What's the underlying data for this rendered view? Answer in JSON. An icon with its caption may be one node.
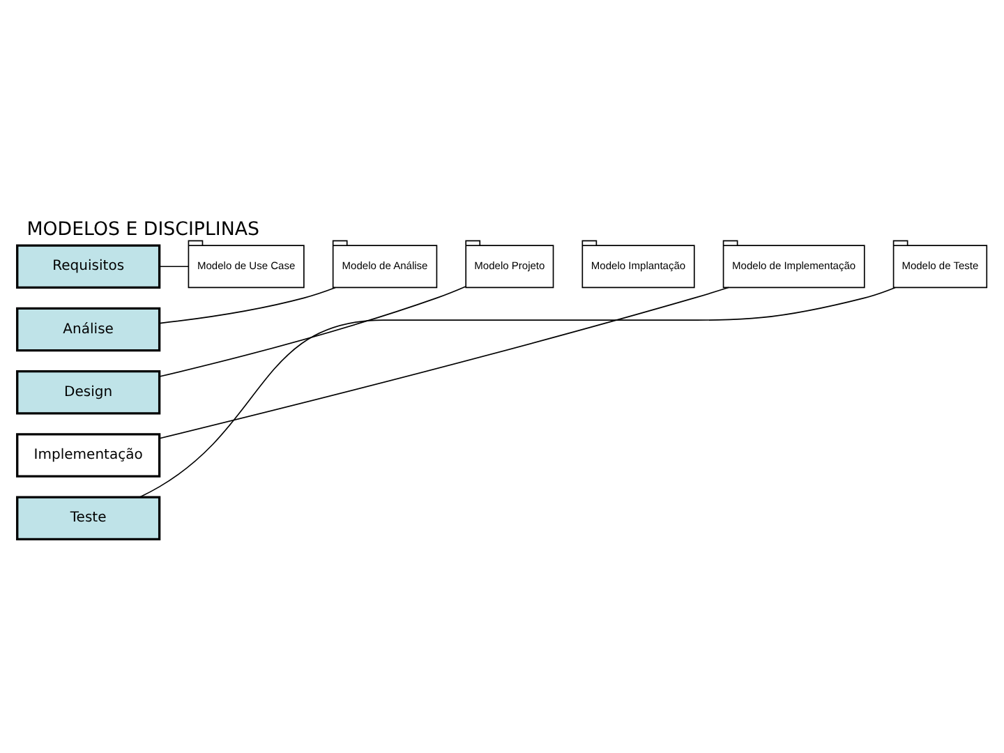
{
  "diagram": {
    "title": "MODELOS E DISCIPLINAS",
    "nodes": [
      {
        "text": [
          "Requisitos"
        ]
      },
      {
        "text": [
          "Análise"
        ]
      },
      {
        "text": [
          "Design"
        ]
      },
      {
        "text": [
          "Implementação"
        ]
      },
      {
        "text": [
          "Teste"
        ]
      },
      {
        "text": [
          "Modelo de Use Case"
        ]
      },
      {
        "text": [
          "Modelo de Análise"
        ]
      },
      {
        "text": [
          "Modelo Projeto"
        ]
      },
      {
        "text": [
          "Modelo Implantação"
        ]
      },
      {
        "text": [
          "Modelo de Implementação"
        ]
      },
      {
        "text": [
          "Modelo de Teste"
        ]
      }
    ],
    "edges": [
      {
        "from": 0,
        "to": 5,
        "arrow": "none"
      },
      {
        "from": 1,
        "to": 6,
        "arrow": "none"
      },
      {
        "from": 2,
        "to": 7,
        "arrow": "none"
      },
      {
        "from": 3,
        "to": 9,
        "arrow": "none"
      },
      {
        "from": 4,
        "to": 10,
        "arrow": "none"
      }
    ]
  }
}
